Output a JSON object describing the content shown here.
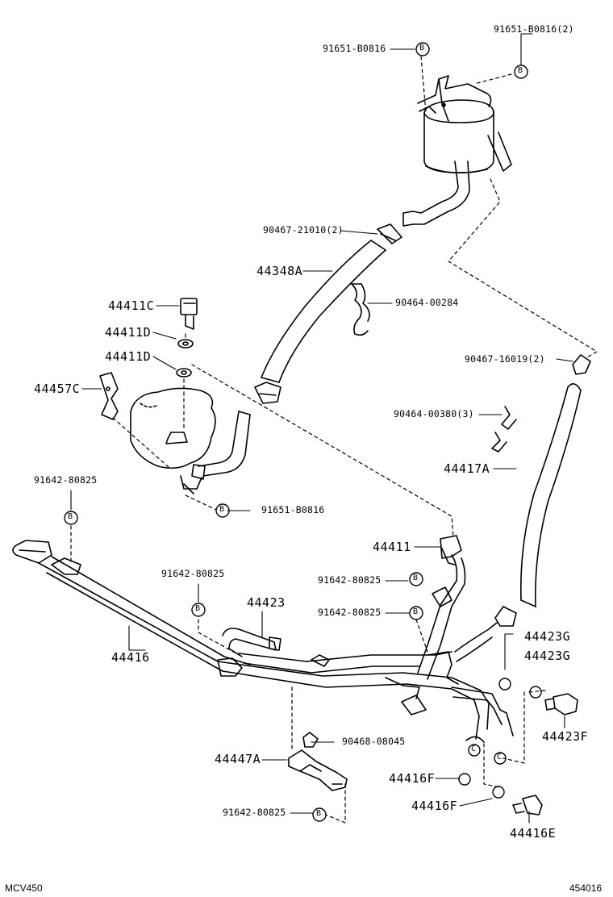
{
  "labels": {
    "p91651_b0816_top": "91651-B0816",
    "p91651_b0816_2": "91651-B0816(2)",
    "p90467_21010": "90467-21010(2)",
    "p44348A": "44348A",
    "p90464_00284": "90464-00284",
    "p44411C": "44411C",
    "p44411D_a": "44411D",
    "p44411D_b": "44411D",
    "p90467_16019": "90467-16019(2)",
    "p44457C": "44457C",
    "p90464_00380": "90464-00380(3)",
    "p44417A": "44417A",
    "p91642_80825_left": "91642-80825",
    "p91651_b0816_mid": "91651-B0816",
    "p44411": "44411",
    "p91642_80825_mid1": "91642-80825",
    "p91642_80825_center": "91642-80825",
    "p44423": "44423",
    "p91642_80825_mid2": "91642-80825",
    "p44423G_a": "44423G",
    "p44423G_b": "44423G",
    "p44416": "44416",
    "p90468_08045": "90468-08045",
    "p44423F": "44423F",
    "p44447A": "44447A",
    "p44416F_a": "44416F",
    "p44416F_b": "44416F",
    "p91642_80825_bottom": "91642-80825",
    "p44416E": "44416E"
  },
  "corner": {
    "model": "MCV450",
    "code": "454016"
  },
  "marker_letters": {
    "b": "B",
    "c": "C"
  }
}
